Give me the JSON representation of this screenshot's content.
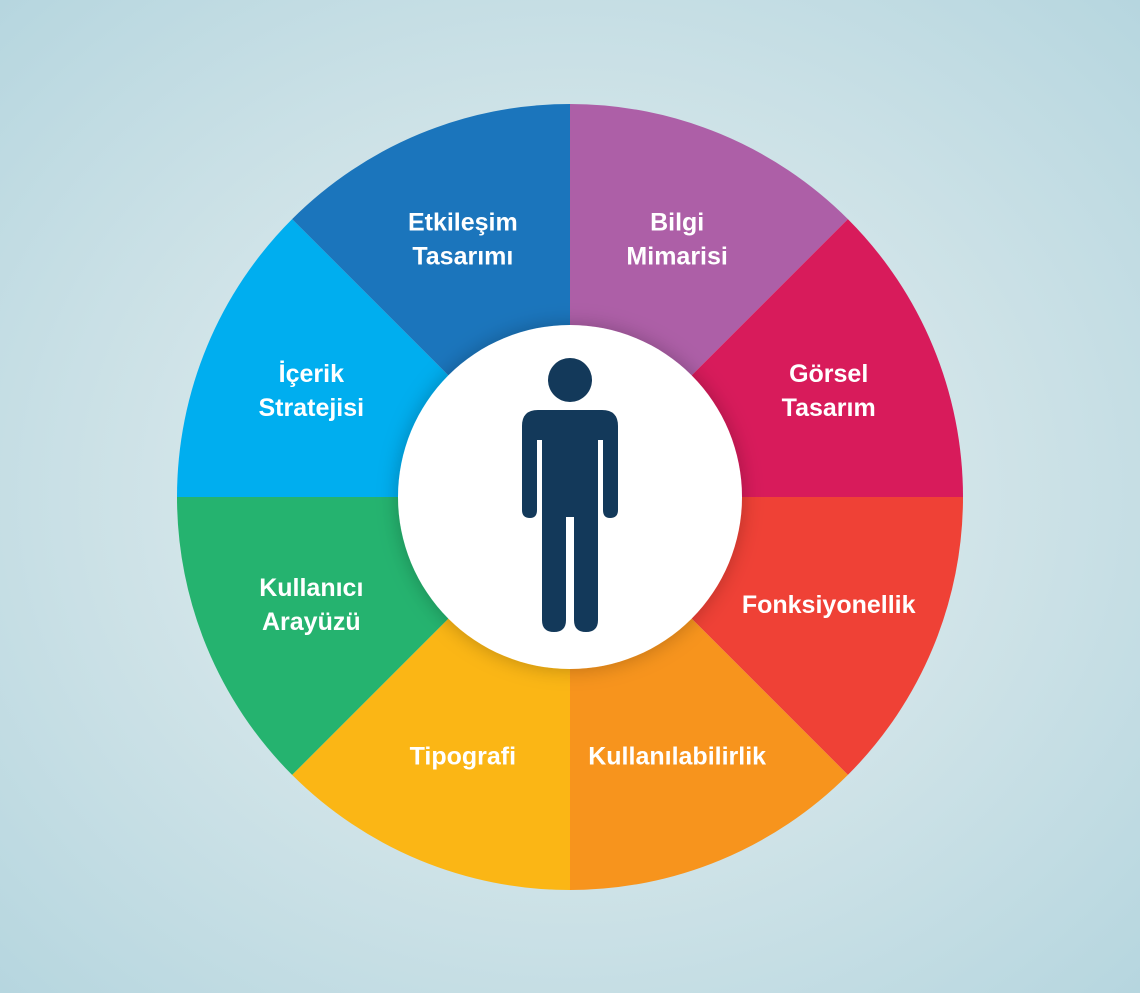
{
  "diagram": {
    "center_icon": "person-icon",
    "center_color": "#13395A",
    "segments": [
      {
        "lines": [
          "Bilgi",
          "Mimarisi"
        ],
        "color": "#AD5FA7"
      },
      {
        "lines": [
          "Görsel",
          "Tasarım"
        ],
        "color": "#D81B5B"
      },
      {
        "lines": [
          "Fonksiyonellik"
        ],
        "color": "#EF4136"
      },
      {
        "lines": [
          "Kullanılabilirlik"
        ],
        "color": "#F7941D"
      },
      {
        "lines": [
          "Tipografi"
        ],
        "color": "#FBB615"
      },
      {
        "lines": [
          "Kullanıcı",
          "Arayüzü"
        ],
        "color": "#25B36F"
      },
      {
        "lines": [
          "İçerik",
          "Stratejisi"
        ],
        "color": "#00AEEF"
      },
      {
        "lines": [
          "Etkileşim",
          "Tasarımı"
        ],
        "color": "#1B75BC"
      }
    ]
  }
}
